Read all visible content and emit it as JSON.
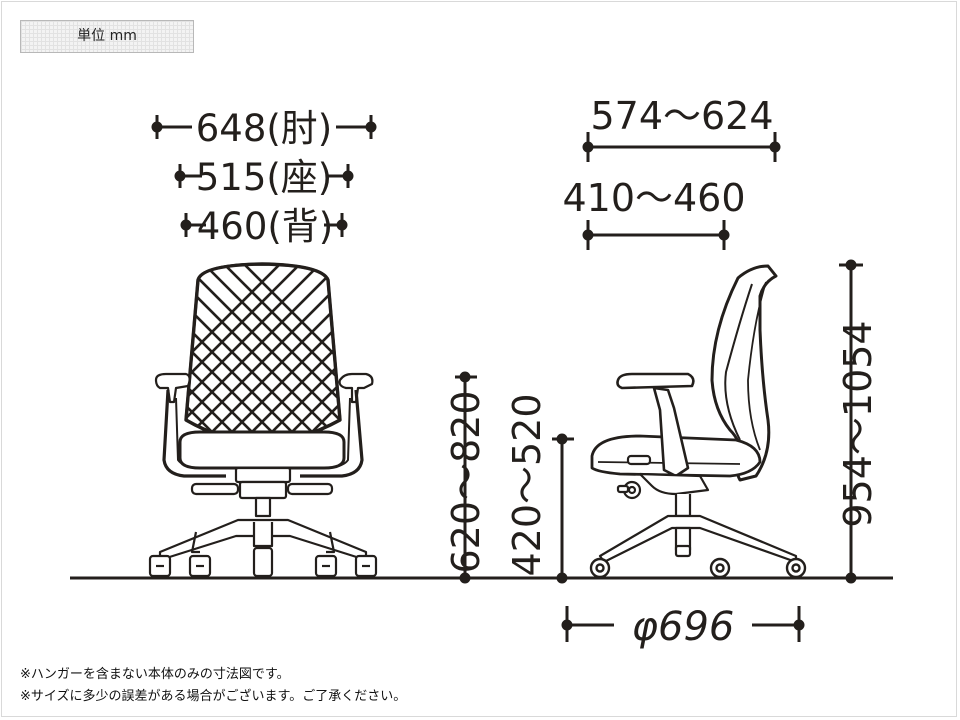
{
  "unit_label": "単位 mm",
  "front_view": {
    "width_arm": "648(肘)",
    "width_seat": "515(座)",
    "width_back": "460(背)",
    "arm_height": "620～820",
    "seat_height": "420～520"
  },
  "side_view": {
    "depth_overall": "574～624",
    "depth_seat": "410～460",
    "total_height": "954～1054",
    "base_diameter": "φ696"
  },
  "notes": [
    "※ハンガーを含まない本体のみの寸法図です。",
    "※サイズに多少の誤差がある場合がございます。ご了承ください。"
  ],
  "colors": {
    "line": "#231f1c",
    "mesh_back": "#ffffff",
    "background": "#ffffff"
  }
}
